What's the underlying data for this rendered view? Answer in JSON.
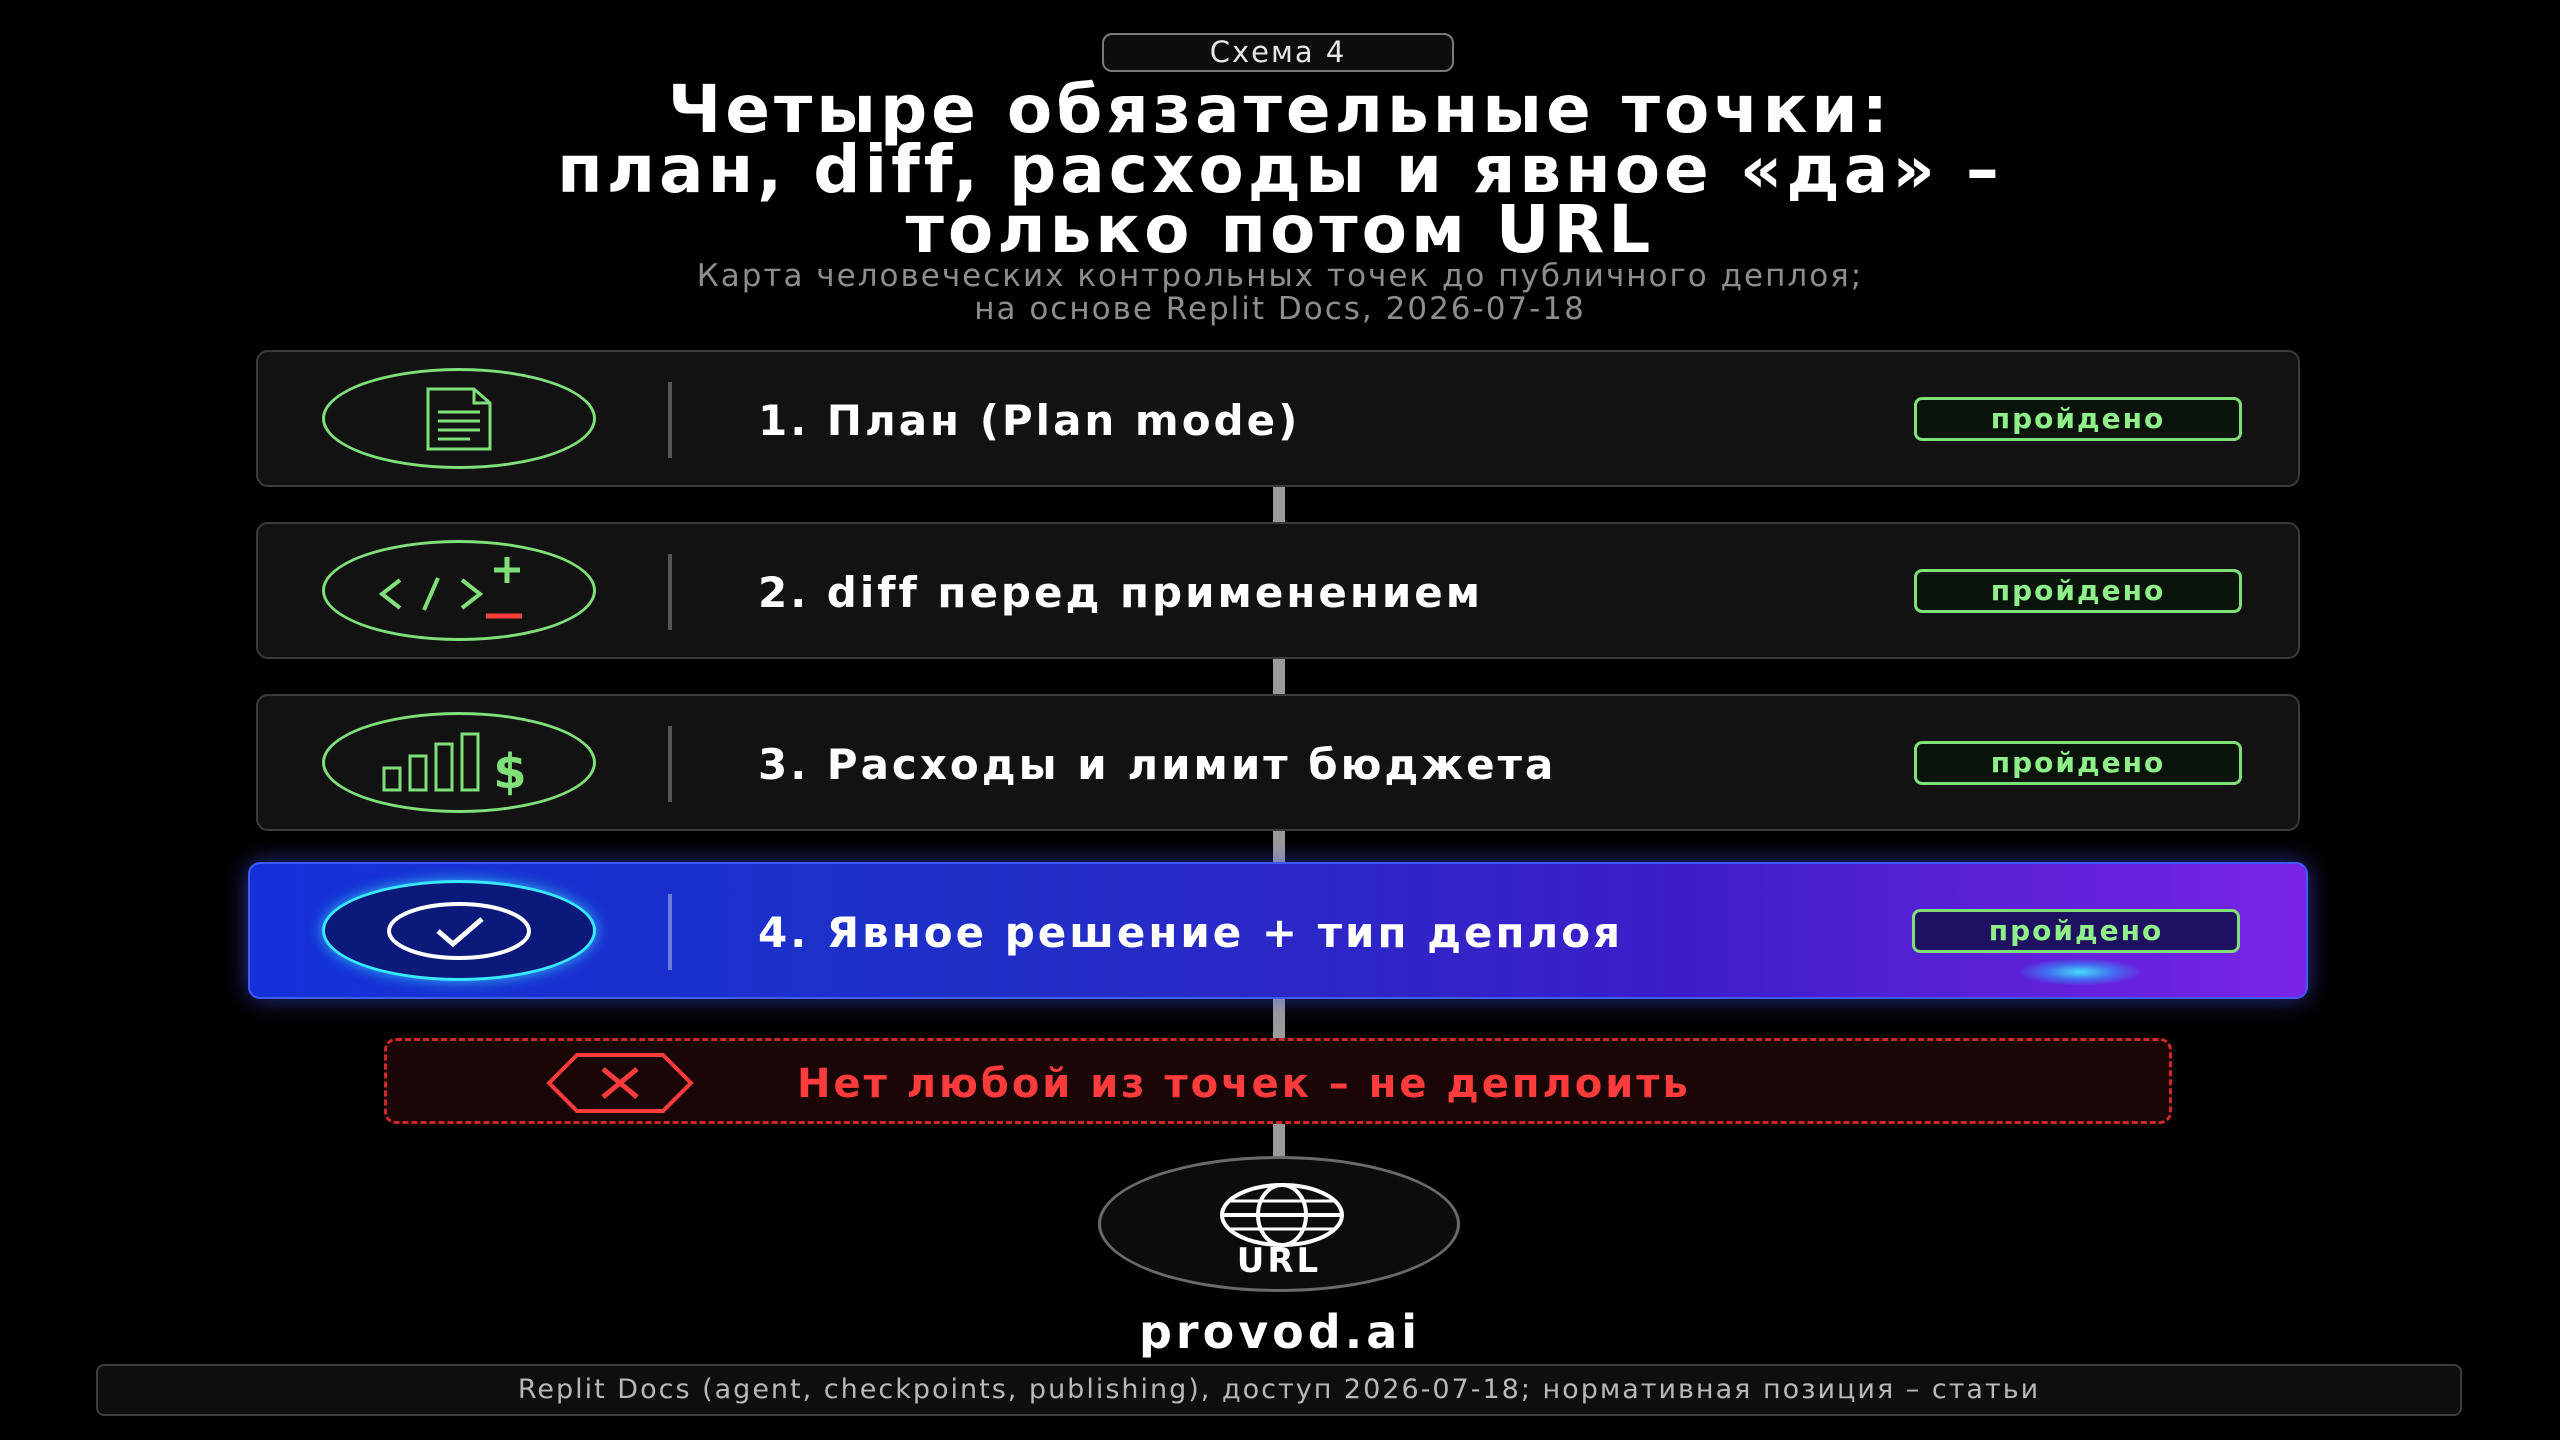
{
  "header": {
    "badge": "Схема 4",
    "title_lines": [
      "Четыре обязательные точки:",
      "план, diff, расходы и явное «да» –",
      "только потом URL"
    ],
    "subtitle_lines": [
      "Карта человеческих контрольных точек до публичного деплоя;",
      "на основе Replit Docs, 2026-07-18"
    ]
  },
  "steps": [
    {
      "label": "1. План (Plan mode)",
      "status": "пройдено",
      "icon": "document-icon"
    },
    {
      "label": "2. diff перед применением",
      "status": "пройдено",
      "icon": "code-diff-icon"
    },
    {
      "label": "3. Расходы и лимит бюджета",
      "status": "пройдено",
      "icon": "budget-chart-icon"
    },
    {
      "label": "4. Явное решение + тип деплоя",
      "status": "пройдено",
      "icon": "check-icon"
    }
  ],
  "warning": {
    "text": "Нет любой из точек – не деплоить",
    "icon": "stop-x-icon"
  },
  "url_node": {
    "label": "URL",
    "icon": "globe-icon"
  },
  "brand": "provod.ai",
  "footer": "Replit Docs (agent, checkpoints, publishing), доступ 2026-07-18; нормативная позиция – статьи",
  "colors": {
    "background": "#000000",
    "pass_green": "#7fe07a",
    "active_blue": "#1431d8",
    "active_purple": "#7a24e6",
    "warning_red": "#ff3b3b"
  }
}
